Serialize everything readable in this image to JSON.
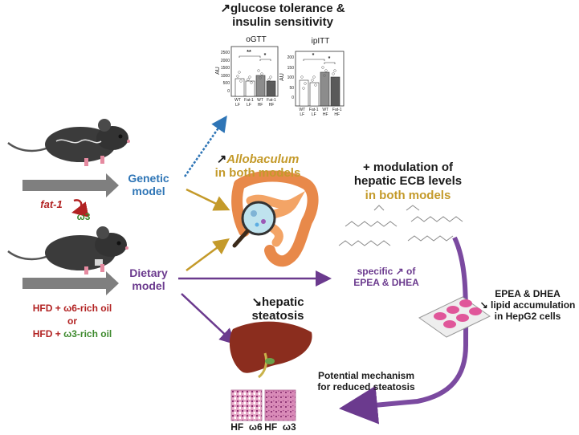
{
  "glucose": {
    "heading_line1": "glucose tolerance &",
    "heading_line2": "insulin sensitivity",
    "panels": [
      {
        "title": "oGTT",
        "ylabel": "AU",
        "yticks": [
          "2500",
          "2000",
          "1500",
          "1000",
          "500",
          "0"
        ],
        "xticks": [
          "WT\nLF",
          "Fat-1\nLF",
          "WT\nHF",
          "Fat-1\nHF"
        ],
        "sig": [
          "**",
          "*"
        ]
      },
      {
        "title": "ipITT",
        "ylabel": "AU",
        "yticks": [
          "200",
          "150",
          "100",
          "50",
          "0"
        ],
        "xticks": [
          "WT\nLF",
          "Fat-1\nLF",
          "WT\nHF",
          "Fat-1\nHF"
        ],
        "sig": [
          "*",
          "*"
        ]
      }
    ]
  },
  "genetic": {
    "label_line1": "Genetic",
    "label_line2": "model",
    "gene": "fat-1",
    "product": "ω3"
  },
  "dietary": {
    "label_line1": "Dietary",
    "label_line2": "model",
    "diet1_prefix": "HFD + ",
    "diet1_omega": "ω6-rich oil",
    "or_text": "or",
    "diet2_prefix": "HFD + ",
    "diet2_omega": "ω3-rich oil"
  },
  "allobaculum": {
    "line1": "Allobaculum",
    "line2": "in both models"
  },
  "ecb": {
    "line1": "+ modulation of",
    "line2": "hepatic ECB levels",
    "line3": "in both models"
  },
  "specific": {
    "line1": "specific ↗ of",
    "line2": "EPEA & DHEA"
  },
  "epea": {
    "line1": "EPEA & DHEA",
    "line2": "↘ lipid accumulation",
    "line3": "in HepG2 cells"
  },
  "mechanism": {
    "line1": "Potential mechanism",
    "line2": "for reduced steatosis"
  },
  "steatosis": {
    "line1": "↘hepatic",
    "line2": "steatosis"
  },
  "histology": [
    "HF  ω6",
    "HF  ω3"
  ],
  "arrows": {
    "up_glyph": "↗",
    "down_glyph": "↘"
  },
  "colors": {
    "blue": "#2e75b6",
    "gold": "#c49a2a",
    "purple": "#6b3a8e",
    "red": "#b22222",
    "green": "#3e8a2e",
    "gray": "#7f7f7f"
  }
}
